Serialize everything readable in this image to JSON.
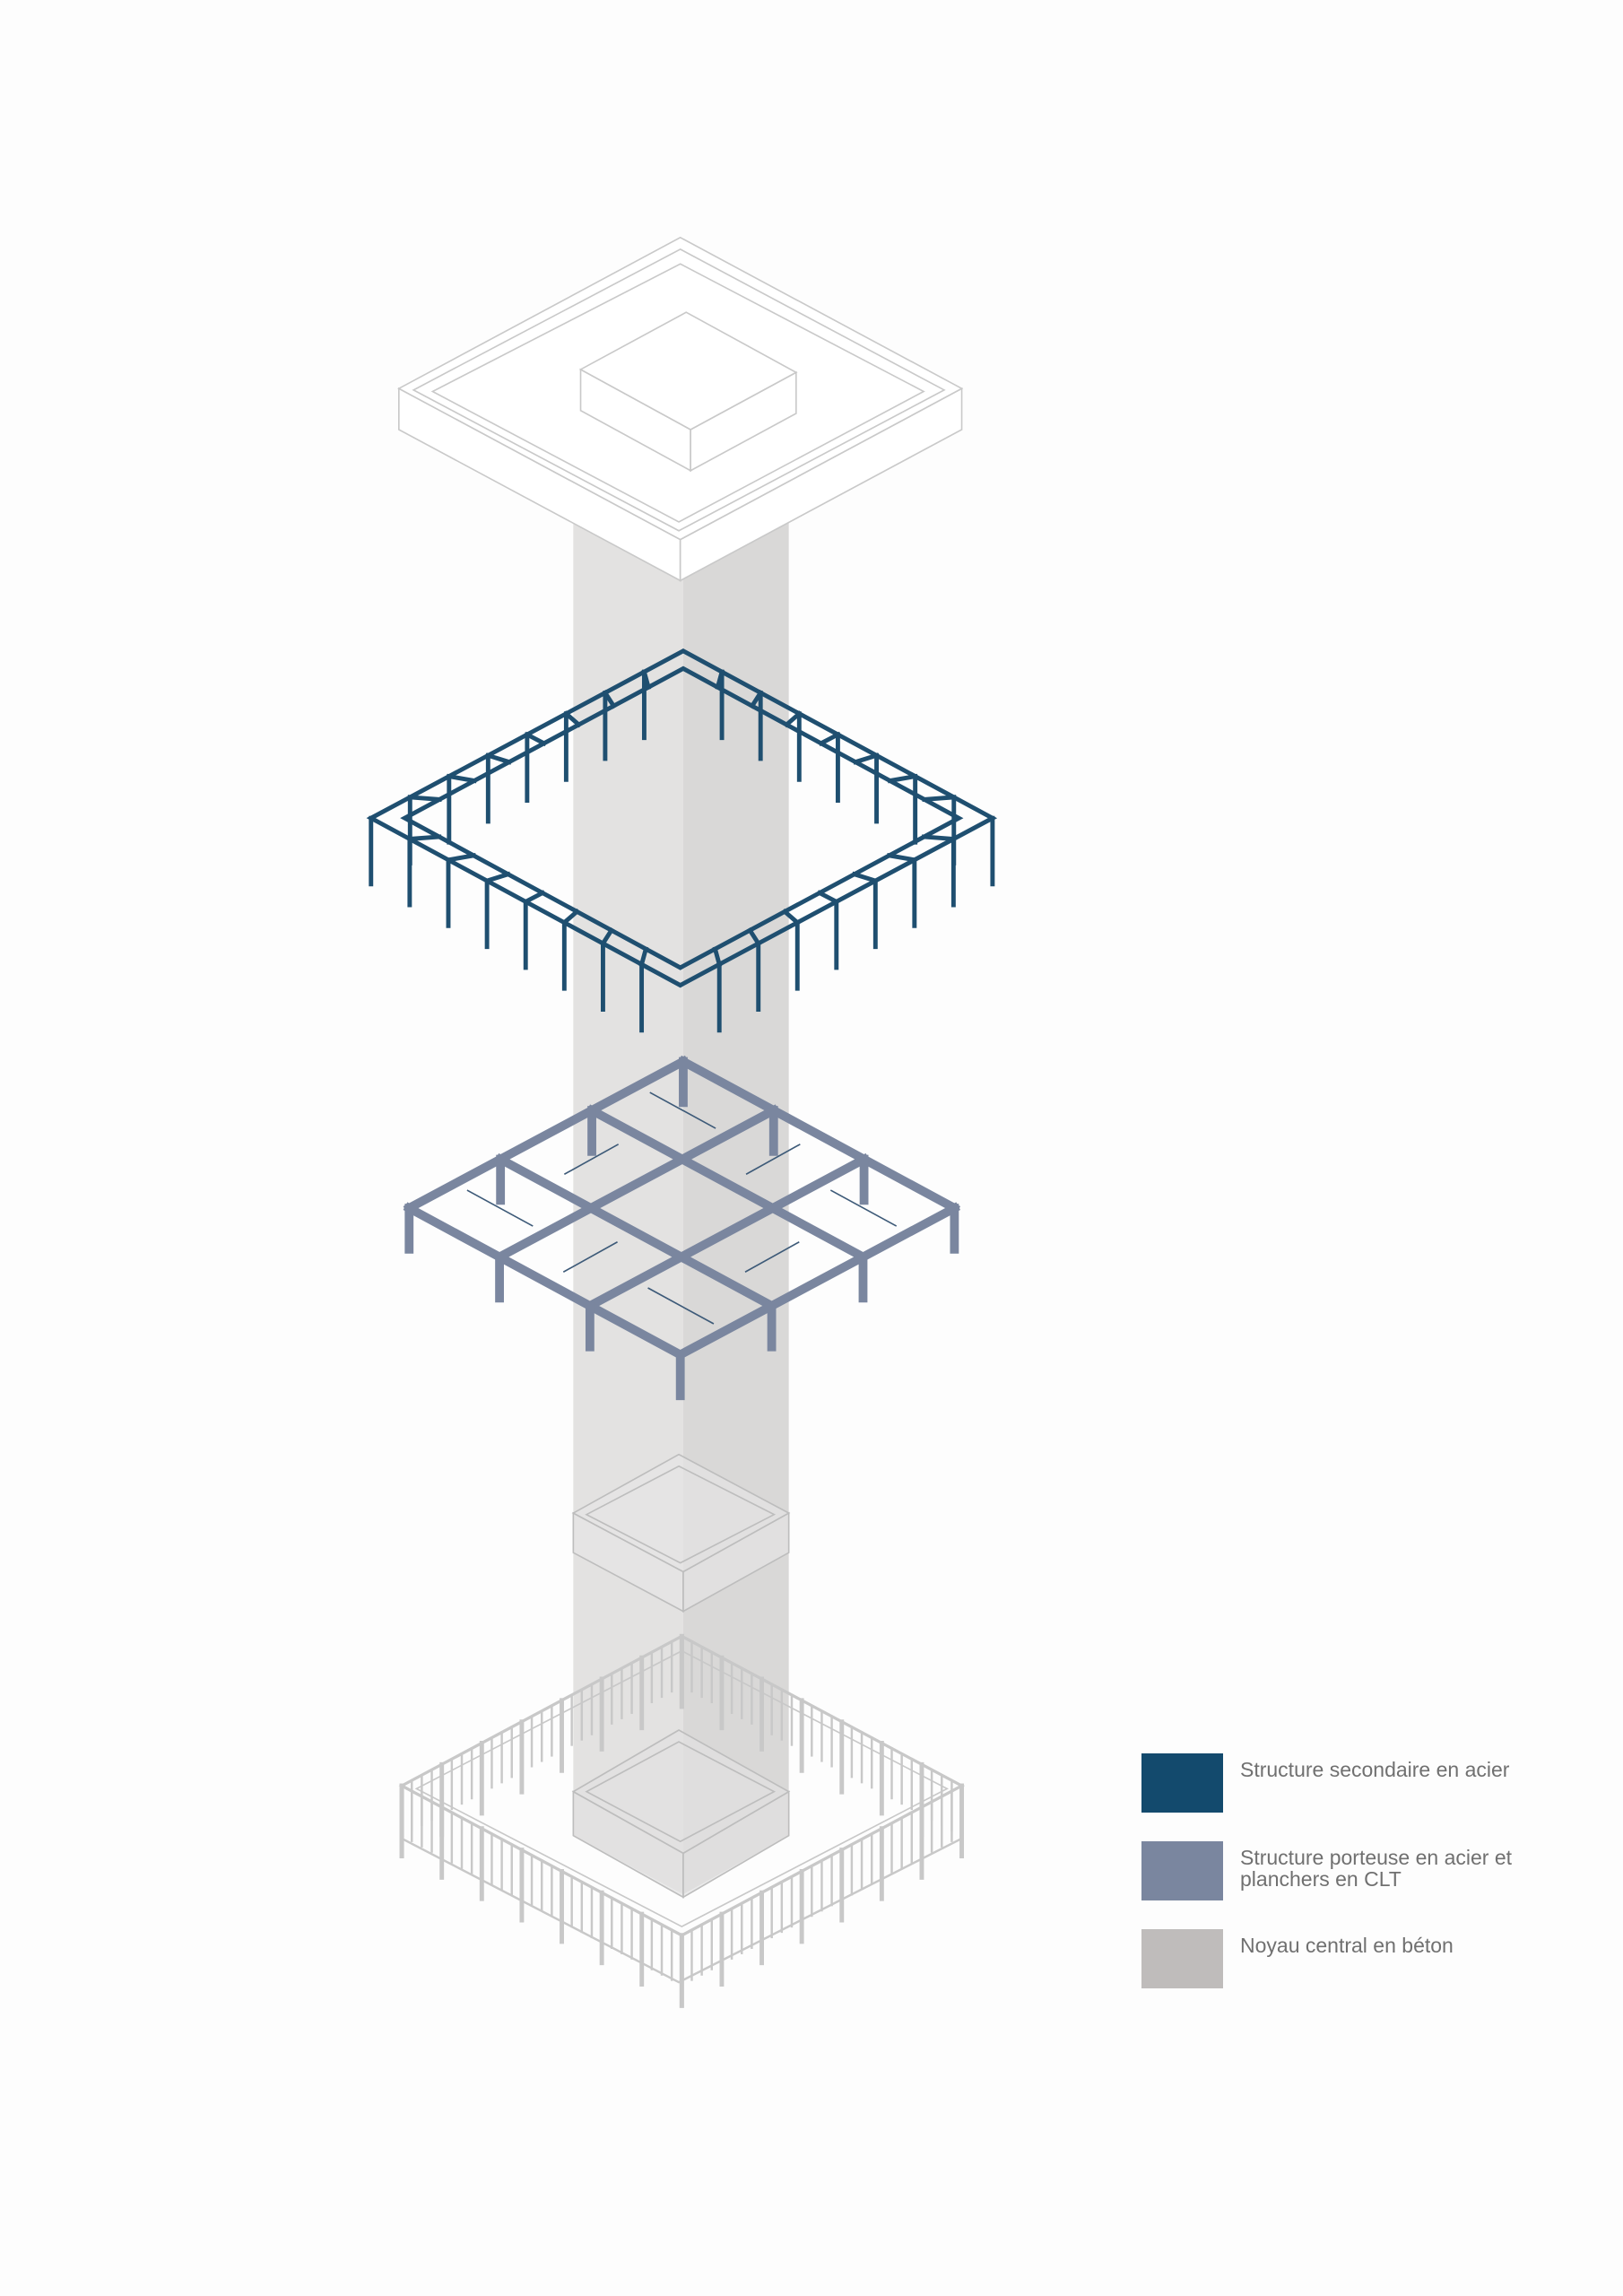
{
  "legend": {
    "items": [
      {
        "label": "Structure secondaire en acier",
        "color": "#134a6d"
      },
      {
        "label": "Structure porteuse en acier et planchers en CLT",
        "color": "#7a869f"
      },
      {
        "label": "Noyau central en béton",
        "color": "#bfbcbb"
      }
    ]
  },
  "colors": {
    "core_left": "#e3e2e1",
    "core_right": "#d9d8d7",
    "outline": "#c9c9c9",
    "secondary": "#1f4f70",
    "primary": "#7a869f"
  }
}
